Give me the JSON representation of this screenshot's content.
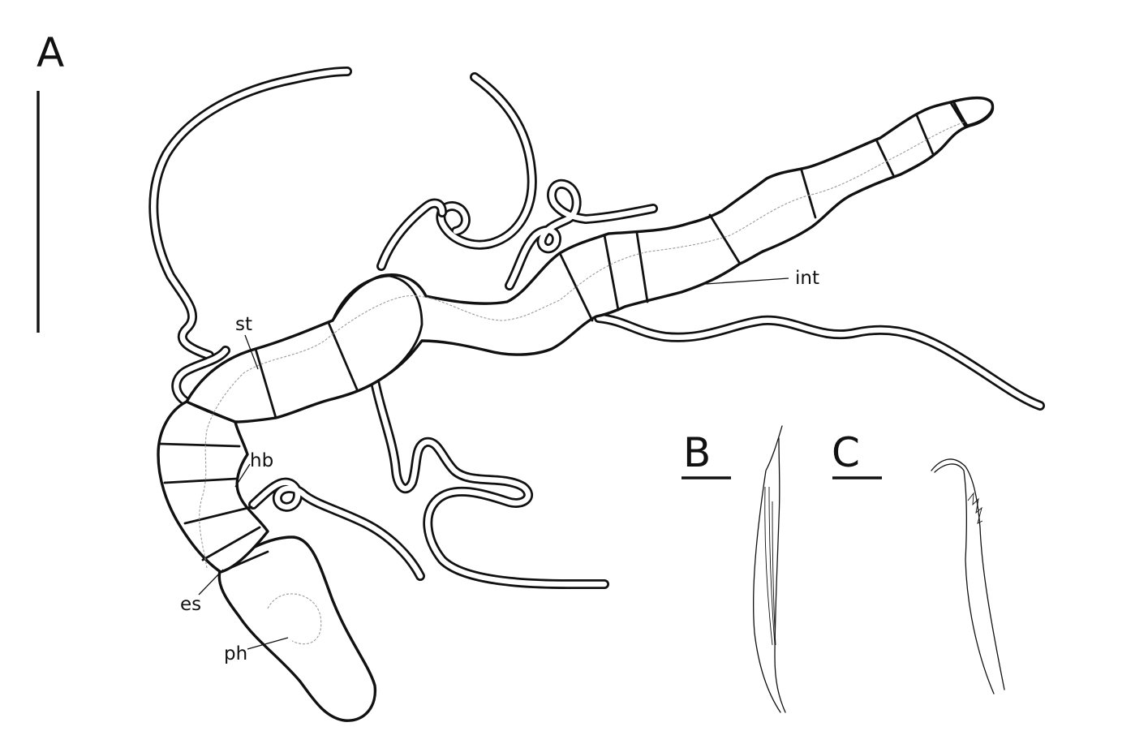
{
  "panels": {
    "a": "A",
    "b": "B",
    "c": "C"
  },
  "labels": {
    "st": "st",
    "hb": "hb",
    "es": "es",
    "ph": "ph",
    "int": "int"
  },
  "colors": {
    "ink": "#111111",
    "inner_line": "#9a9a9a",
    "background": "#ffffff"
  }
}
